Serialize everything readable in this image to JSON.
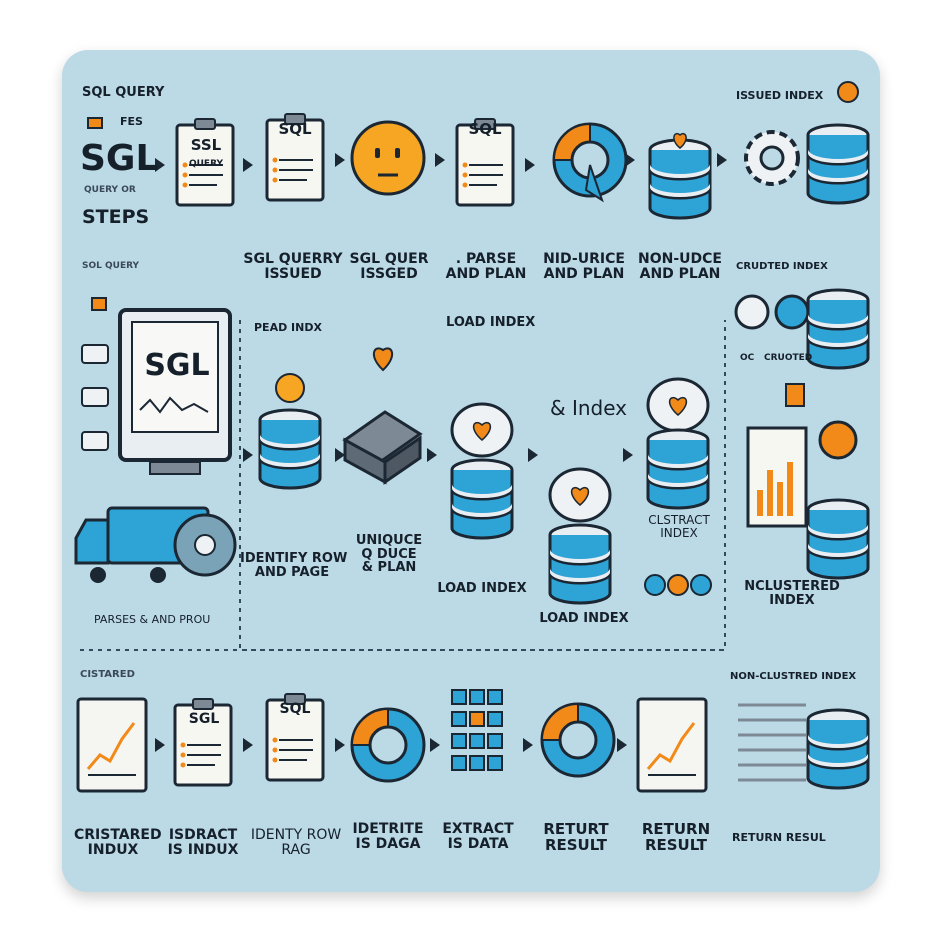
{
  "header": {
    "line1": "SQL QUERY",
    "line2": "FES",
    "big": "SGL",
    "line3": "QUERY OR",
    "steps": "STEPS"
  },
  "top_row": {
    "doc1_title": "SSL",
    "doc1_sub": "QUERY",
    "doc2_title": "SQL",
    "doc4_title": "SQL",
    "label1": "SGL QUERRY\nISSUED",
    "label2": "SGL QUER\nISSGED",
    "label3": ". PARSE\nAND PLAN",
    "label4": "NID-URICE\nAND PLAN",
    "label5": "NON-UDCE\nAND PLAN",
    "right_heading": "ISSUED INDEX"
  },
  "middle": {
    "side_caption": "SOL QUERY",
    "monitor_text": "SGL",
    "section_label_left": "PEAD INDX",
    "section_label_center": "LOAD INDEX",
    "index_label": "& Index",
    "truck_caption": "PARSES & AND PROU",
    "label_identify": "IDENTIFY ROW\nAND PAGE",
    "label_unique": "UNIQUCE\nQ DUCE\n& PLAN",
    "label_load1": "LOAD INDEX",
    "label_load2": "LOAD INDEX",
    "label_clustract": "CLSTRACT\nINDEX",
    "right_heading": "CRUDTED INDEX",
    "right_caption_a": "OC",
    "right_caption_b": "CRUOTED",
    "label_nclustered": "NCLUSTERED\nINDEX"
  },
  "bottom": {
    "heading_left": "CISTARED",
    "heading_right": "NON-CLUSTRED INDEX",
    "doc1_title": "SGL",
    "doc2_title": "SQL",
    "label1": "CRISTARED\nINDUX",
    "label2": "ISDRACT\nIS INDUX",
    "label3": "IDENTY ROW\nRAG",
    "label4": "IDETRITE\nIS DAGA",
    "label5": "EXTRACT\nIS DATA",
    "label6": "RETURT\nRESULT",
    "label7": "RETURN\nRESULT",
    "label8": "RETURN RESUL"
  },
  "colors": {
    "board": "#bcd9e6",
    "accent_blue": "#2ea3d6",
    "accent_orange": "#f28a1a",
    "outline": "#1b2733"
  }
}
